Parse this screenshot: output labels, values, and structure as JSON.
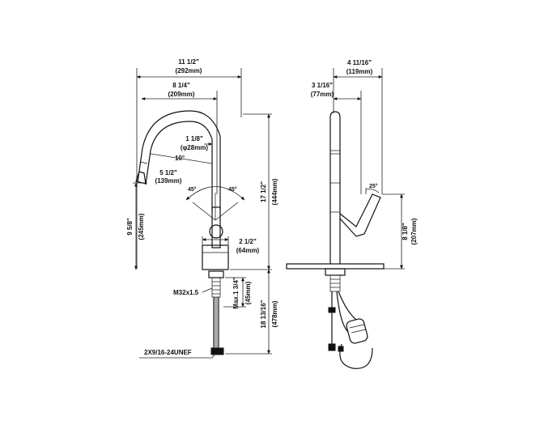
{
  "front_view": {
    "overall_width": "11 1/2\"",
    "overall_width_mm": "(292mm)",
    "spout_reach": "8 1/4\"",
    "spout_reach_mm": "(209mm)",
    "spout_diameter": "1 1/8\"",
    "spout_diameter_mm": "(φ28mm)",
    "tilt_angle": "10°",
    "handle_arc_width": "5 1/2\"",
    "handle_arc_width_mm": "(139mm)",
    "handle_angle_left": "45°",
    "handle_angle_right": "45°",
    "overall_height": "17 1/2\"",
    "overall_height_mm": "(444mm)",
    "spout_height": "9 5/8\"",
    "spout_height_mm": "(245mm)",
    "base_diameter": "2 1/2\"",
    "base_diameter_mm": "(64mm)",
    "shank_thread": "M32x1.5",
    "max_deck": "Max.1 3/4\"",
    "max_deck_mm": "(45mm)",
    "below_deck": "18 13/16\"",
    "below_deck_mm": "(478mm)",
    "hose_connection": "2X9/16-24UNEF"
  },
  "side_view": {
    "overall_depth": "4 11/16\"",
    "overall_depth_mm": "(119mm)",
    "spout_offset": "3 1/16\"",
    "spout_offset_mm": "(77mm)",
    "handle_angle": "25°",
    "handle_height": "8 1/8\"",
    "handle_height_mm": "(207mm)"
  },
  "icons": [
    "arrowhead",
    "faucet-outline",
    "hose-weight"
  ]
}
